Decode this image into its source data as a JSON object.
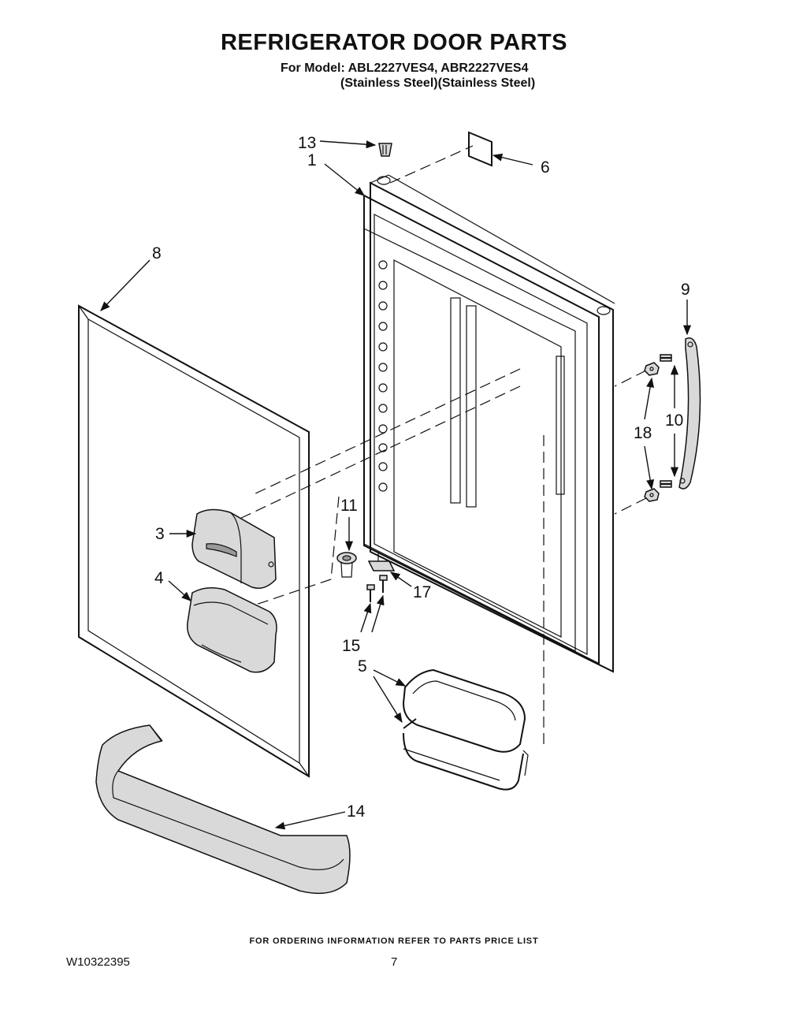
{
  "header": {
    "title": "REFRIGERATOR DOOR PARTS",
    "model_line": "For Model: ABL2227VES4, ABR2227VES4",
    "variant_line": "(Stainless Steel)(Stainless Steel)"
  },
  "callouts": {
    "c1": "1",
    "c3": "3",
    "c4": "4",
    "c5": "5",
    "c6": "6",
    "c8": "8",
    "c9": "9",
    "c10": "10",
    "c11": "11",
    "c13": "13",
    "c14": "14",
    "c15": "15",
    "c17": "17",
    "c18": "18"
  },
  "footer": {
    "ordering_note": "FOR ORDERING INFORMATION REFER TO PARTS PRICE LIST",
    "document_number": "W10322395",
    "page_number": "7"
  }
}
